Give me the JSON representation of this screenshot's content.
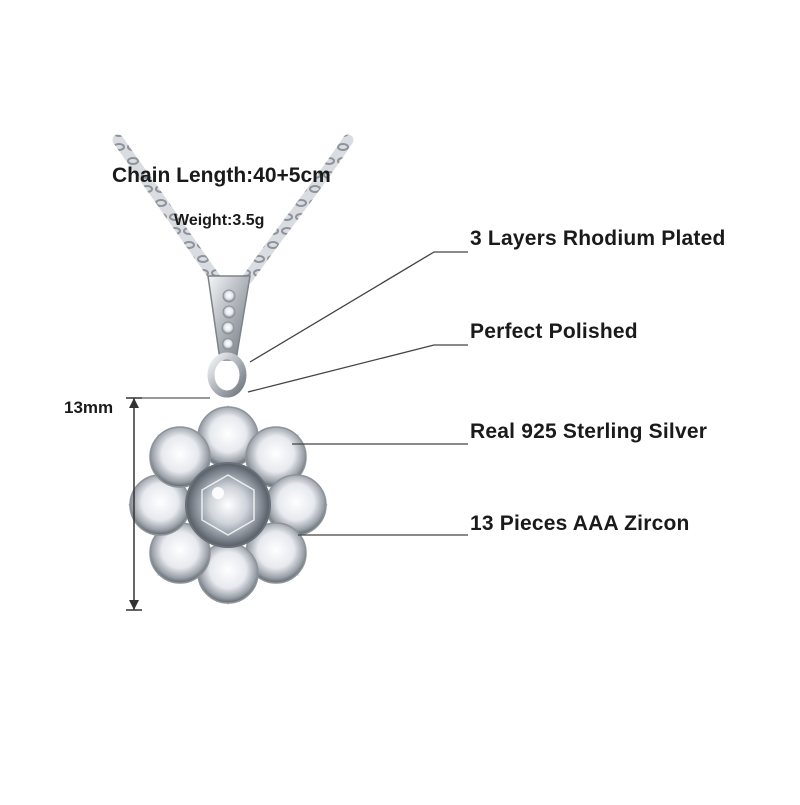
{
  "product": {
    "chain_length": "Chain Length:40+5cm",
    "weight": "Weight:3.5g",
    "dimension": "13mm"
  },
  "features": [
    "3 Layers Rhodium Plated",
    "Perfect Polished",
    "Real 925 Sterling Silver",
    "13 Pieces AAA Zircon"
  ],
  "colors": {
    "background": "#ffffff",
    "text": "#1a1a1a",
    "silver": "#c9cdd2",
    "stone": "#f4f6f9"
  }
}
